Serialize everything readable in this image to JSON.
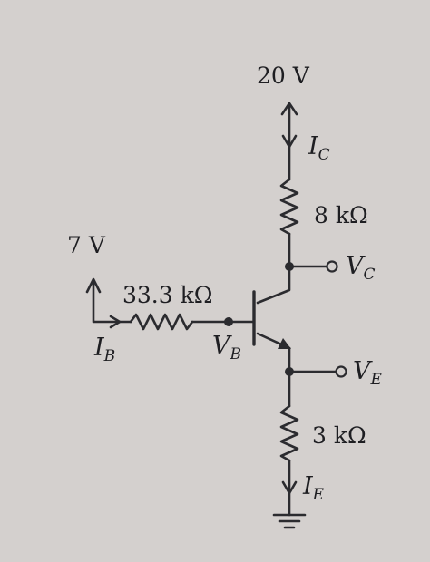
{
  "supply": {
    "vcc_label": "20 V",
    "vbb_label": "7 V"
  },
  "resistors": {
    "rc": "8 kΩ",
    "rb": "33.3 kΩ",
    "re": "3 kΩ"
  },
  "currents": {
    "ic": {
      "main": "I",
      "sub": "C"
    },
    "ib": {
      "main": "I",
      "sub": "B"
    },
    "ie": {
      "main": "I",
      "sub": "E"
    }
  },
  "nodes": {
    "vc": {
      "main": "V",
      "sub": "C"
    },
    "vb": {
      "main": "V",
      "sub": "B"
    },
    "ve": {
      "main": "V",
      "sub": "E"
    }
  }
}
